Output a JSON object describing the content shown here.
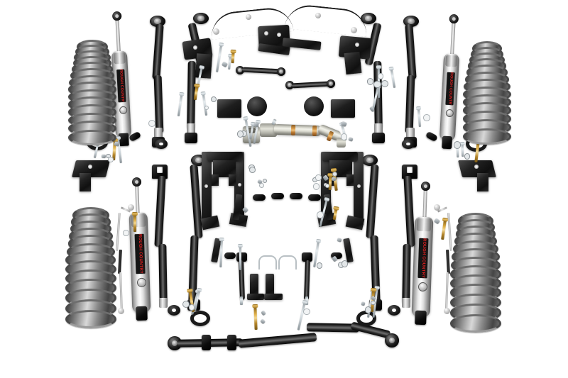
{
  "product": {
    "brand": "ROUGH COUNTRY",
    "type": "suspension-lift-kit-exploded-parts-layout",
    "background_color": "#ffffff",
    "accent_color": "#e02020",
    "metal_color": "#c9c9c9",
    "black_color": "#111111",
    "gold_color": "#d7a34a"
  },
  "shocks": [
    {
      "id": "shock-front-left",
      "label": "ROUGH COUNTRY",
      "finish": "silver"
    },
    {
      "id": "shock-front-right",
      "label": "ROUGH COUNTRY",
      "finish": "silver"
    },
    {
      "id": "shock-rear-left",
      "label": "ROUGH COUNTRY",
      "finish": "silver"
    },
    {
      "id": "shock-rear-right",
      "label": "ROUGH COUNTRY",
      "finish": "silver"
    }
  ],
  "coil_springs": [
    {
      "id": "coil-front-left",
      "position": "front-left",
      "coils": 14,
      "finish": "bare-steel"
    },
    {
      "id": "coil-front-right",
      "position": "front-right",
      "coils": 13,
      "finish": "bare-steel"
    },
    {
      "id": "coil-rear-left",
      "position": "rear-left",
      "coils": 13,
      "finish": "bare-steel"
    },
    {
      "id": "coil-rear-right",
      "position": "rear-right",
      "coils": 13,
      "finish": "bare-steel"
    }
  ],
  "control_arms": [
    {
      "id": "upper-arm-front-left",
      "finish": "black"
    },
    {
      "id": "upper-arm-front-right",
      "finish": "black"
    },
    {
      "id": "upper-arm-rear-left",
      "finish": "black"
    },
    {
      "id": "upper-arm-rear-right",
      "finish": "black"
    },
    {
      "id": "lower-arm-front-left",
      "finish": "black"
    },
    {
      "id": "lower-arm-front-right",
      "finish": "black"
    },
    {
      "id": "lower-arm-rear-left",
      "finish": "black"
    },
    {
      "id": "lower-arm-rear-right",
      "finish": "black"
    }
  ],
  "track_bar": {
    "id": "front-track-bar",
    "finish": "black"
  },
  "driveshaft": {
    "id": "front-driveshaft",
    "finish": "raw-steel",
    "bands": 3
  },
  "brackets": [
    {
      "id": "long-arm-frame-bracket-left"
    },
    {
      "id": "long-arm-frame-bracket-right"
    },
    {
      "id": "skid-plate-bracket-left"
    },
    {
      "id": "skid-plate-bracket-right"
    },
    {
      "id": "shock-relocation-bracket-left"
    },
    {
      "id": "shock-relocation-bracket-right"
    },
    {
      "id": "track-bar-bracket"
    }
  ],
  "sway_bar_links": [
    {
      "id": "sway-bar-link-front-left"
    },
    {
      "id": "sway-bar-link-front-right"
    },
    {
      "id": "sway-bar-link-rear-left"
    },
    {
      "id": "sway-bar-link-rear-right"
    }
  ],
  "brake_lines": [
    {
      "id": "extended-brake-line-left"
    },
    {
      "id": "extended-brake-line-right"
    }
  ],
  "bump_stops": [
    {
      "id": "bump-stop-spacer-left"
    },
    {
      "id": "bump-stop-spacer-right"
    },
    {
      "id": "bump-stop-puck-left"
    },
    {
      "id": "bump-stop-puck-right"
    }
  ],
  "hardware": {
    "bolts_zinc": 26,
    "bolts_gold": 12,
    "nuts": 18,
    "washers": 34,
    "u_bolts": 2
  }
}
